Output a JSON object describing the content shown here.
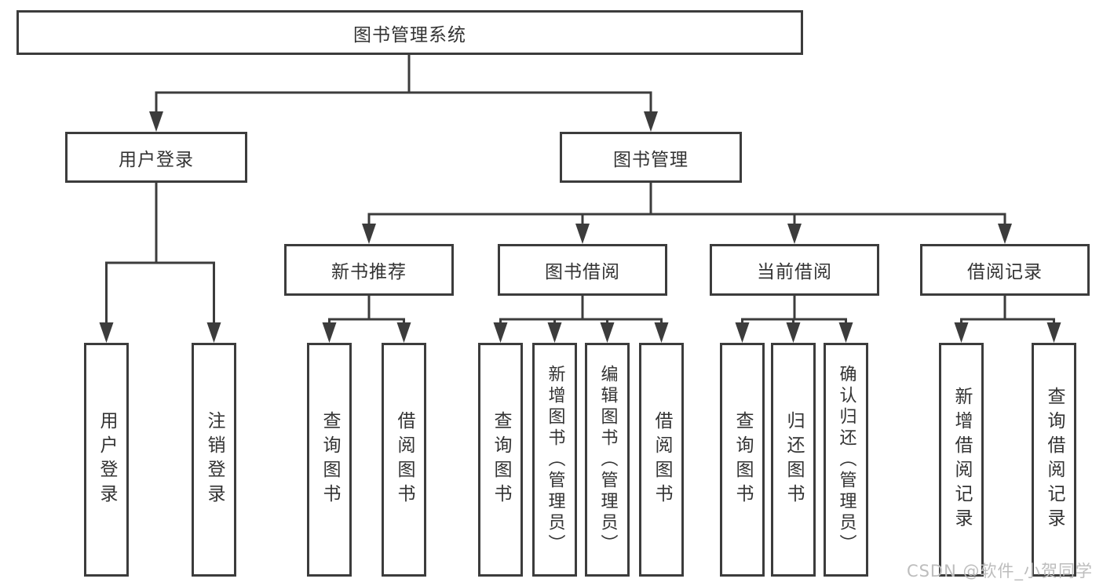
{
  "diagram": {
    "title": "图书管理系统",
    "level2": [
      {
        "label": "用户登录"
      },
      {
        "label": "图书管理"
      }
    ],
    "level3": [
      {
        "label": "新书推荐"
      },
      {
        "label": "图书借阅"
      },
      {
        "label": "当前借阅"
      },
      {
        "label": "借阅记录"
      }
    ],
    "leaves": {
      "user_login": [
        "用户登录",
        "注销登录"
      ],
      "new_book_recommend": [
        "查询图书",
        "借阅图书"
      ],
      "book_borrow": [
        "查询图书",
        "新增图书（管理员）",
        "编辑图书（管理员）",
        "借阅图书"
      ],
      "current_borrow": [
        "查询图书",
        "归还图书",
        "确认归还（管理员）"
      ],
      "borrow_records": [
        "新增借阅记录",
        "查询借阅记录"
      ]
    }
  },
  "watermark": "CSDN @软件_小贺同学",
  "colors": {
    "line": "#3c3c3c",
    "text": "#333333",
    "background": "#ffffff",
    "watermark": "#bdbdbd"
  }
}
